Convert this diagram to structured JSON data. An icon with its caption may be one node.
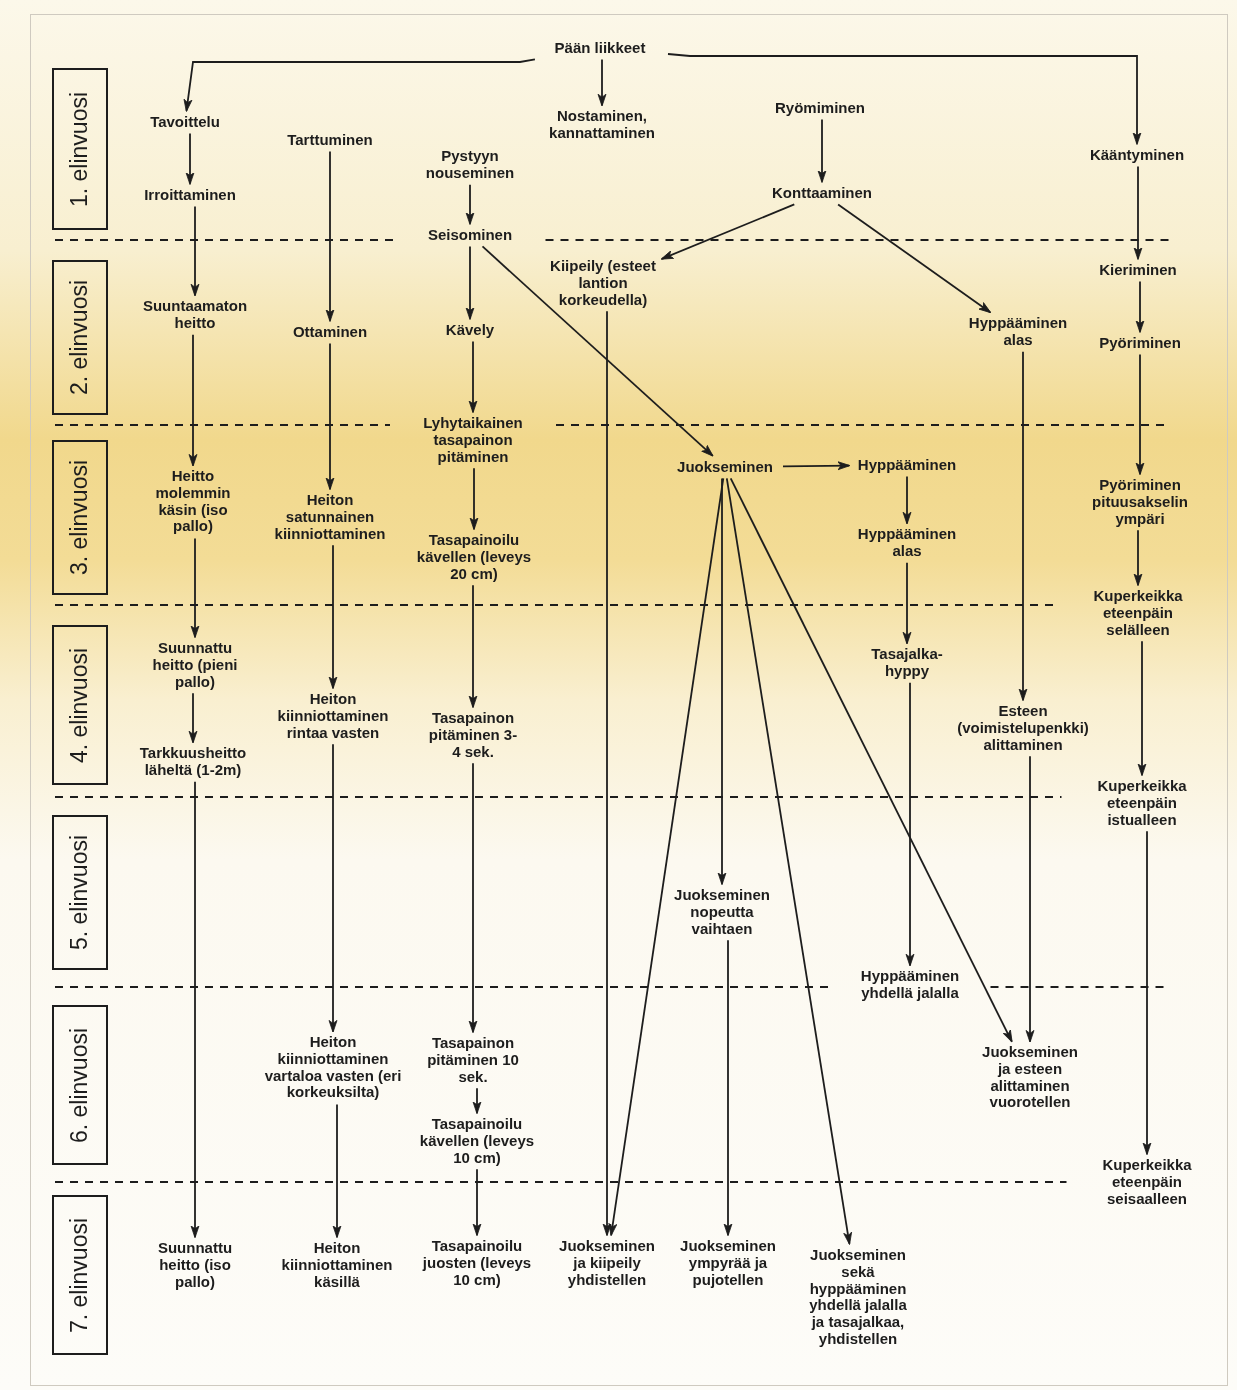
{
  "diagram": {
    "nodes": [
      {
        "text": [
          "1. elinvuosi"
        ]
      },
      {
        "text": [
          "2. elinvuosi"
        ]
      },
      {
        "text": [
          "3. elinvuosi"
        ]
      },
      {
        "text": [
          "4. elinvuosi"
        ]
      },
      {
        "text": [
          "5. elinvuosi"
        ]
      },
      {
        "text": [
          "6. elinvuosi"
        ]
      },
      {
        "text": [
          "7. elinvuosi"
        ]
      },
      {
        "text": [
          "Pään liikkeet"
        ]
      },
      {
        "text": [
          "Tavoittelu"
        ]
      },
      {
        "text": [
          "Irroittaminen"
        ]
      },
      {
        "text": [
          "Tarttuminen"
        ]
      },
      {
        "text": [
          "Nostaminen, kannattaminen"
        ]
      },
      {
        "text": [
          "Ryömiminen"
        ]
      },
      {
        "text": [
          "Kääntyminen"
        ]
      },
      {
        "text": [
          "Pystyyn nouseminen"
        ]
      },
      {
        "text": [
          "Konttaaminen"
        ]
      },
      {
        "text": [
          "Seisominen"
        ]
      },
      {
        "text": [
          "Kiipeily (esteet lantion korkeudella)"
        ]
      },
      {
        "text": [
          "Kieriminen"
        ]
      },
      {
        "text": [
          "Suuntaamaton heitto"
        ]
      },
      {
        "text": [
          "Ottaminen"
        ]
      },
      {
        "text": [
          "Kävely"
        ]
      },
      {
        "text": [
          "Hyppääminen alas"
        ]
      },
      {
        "text": [
          "Pyöriminen"
        ]
      },
      {
        "text": [
          "Lyhytaikainen tasapainon pitäminen"
        ]
      },
      {
        "text": [
          "Heitto molemmin käsin (iso pallo)"
        ]
      },
      {
        "text": [
          "Juokseminen"
        ]
      },
      {
        "text": [
          "Hyppääminen"
        ]
      },
      {
        "text": [
          "Pyöriminen pituusakselin ympäri"
        ]
      },
      {
        "text": [
          "Heiton satunnainen kiinniottaminen"
        ]
      },
      {
        "text": [
          "Tasapainoilu kävellen (leveys 20 cm)"
        ]
      },
      {
        "text": [
          "Hyppääminen alas"
        ]
      },
      {
        "text": [
          "Suunnattu heitto (pieni pallo)"
        ]
      },
      {
        "text": [
          "Kuperkeikka eteenpäin selälleen"
        ]
      },
      {
        "text": [
          "Tasajalka-hyppy"
        ]
      },
      {
        "text": [
          "Heiton kiinniottaminen rintaa vasten"
        ]
      },
      {
        "text": [
          "Tasapainon pitäminen 3-4 sek."
        ]
      },
      {
        "text": [
          "Esteen (voimistelupenkki) alittaminen"
        ]
      },
      {
        "text": [
          "Tarkkuusheitto läheltä (1-2m)"
        ]
      },
      {
        "text": [
          "Kuperkeikka eteenpäin istualleen"
        ]
      },
      {
        "text": [
          "Juokseminen nopeutta vaihtaen"
        ]
      },
      {
        "text": [
          "Hyppääminen yhdellä jalalla"
        ]
      },
      {
        "text": [
          "Heiton kiinniottaminen vartaloa vasten (eri korkeuksilta)"
        ]
      },
      {
        "text": [
          "Tasapainon pitäminen 10 sek."
        ]
      },
      {
        "text": [
          "Juokseminen ja esteen alittaminen vuorotellen"
        ]
      },
      {
        "text": [
          "Tasapainoilu kävellen (leveys 10 cm)"
        ]
      },
      {
        "text": [
          "Kuperkeikka eteenpäin seisaalleen"
        ]
      },
      {
        "text": [
          "Suunnattu heitto (iso pallo)"
        ]
      },
      {
        "text": [
          "Heiton kiinniottaminen käsillä"
        ]
      },
      {
        "text": [
          "Tasapainoilu juosten (leveys 10 cm)"
        ]
      },
      {
        "text": [
          "Juokseminen ja kiipeily yhdistellen"
        ]
      },
      {
        "text": [
          "Juokseminen ympyrää ja pujotellen"
        ]
      },
      {
        "text": [
          "Juokseminen sekä hyppääminen yhdellä jalalla ja tasajalkaa, yhdistellen"
        ]
      }
    ],
    "edges": [
      {
        "from": 7,
        "to": 8,
        "arrow": "to"
      },
      {
        "from": 7,
        "to": 11,
        "arrow": "to"
      },
      {
        "from": 7,
        "to": 13,
        "arrow": "to"
      },
      {
        "from": 8,
        "to": 9,
        "arrow": "to"
      },
      {
        "from": 9,
        "to": 19,
        "arrow": "to"
      },
      {
        "from": 10,
        "to": 20,
        "arrow": "to"
      },
      {
        "from": 12,
        "to": 15,
        "arrow": "to"
      },
      {
        "from": 13,
        "to": 18,
        "arrow": "to"
      },
      {
        "from": 14,
        "to": 16,
        "arrow": "to"
      },
      {
        "from": 15,
        "to": 17,
        "arrow": "to"
      },
      {
        "from": 15,
        "to": 22,
        "arrow": "to"
      },
      {
        "from": 16,
        "to": 21,
        "arrow": "to"
      },
      {
        "from": 16,
        "to": 26,
        "arrow": "to"
      },
      {
        "from": 17,
        "to": 50,
        "arrow": "to"
      },
      {
        "from": 18,
        "to": 23,
        "arrow": "to"
      },
      {
        "from": 19,
        "to": 25,
        "arrow": "to"
      },
      {
        "from": 20,
        "to": 29,
        "arrow": "to"
      },
      {
        "from": 21,
        "to": 24,
        "arrow": "to"
      },
      {
        "from": 22,
        "to": 37,
        "arrow": "to"
      },
      {
        "from": 23,
        "to": 28,
        "arrow": "to"
      },
      {
        "from": 24,
        "to": 30,
        "arrow": "to"
      },
      {
        "from": 25,
        "to": 32,
        "arrow": "to"
      },
      {
        "from": 26,
        "to": 27,
        "arrow": "to"
      },
      {
        "from": 26,
        "to": 40,
        "arrow": "to"
      },
      {
        "from": 26,
        "to": 50,
        "arrow": "to"
      },
      {
        "from": 26,
        "to": 52,
        "arrow": "to"
      },
      {
        "from": 26,
        "to": 44,
        "arrow": "to"
      },
      {
        "from": 27,
        "to": 31,
        "arrow": "to"
      },
      {
        "from": 28,
        "to": 33,
        "arrow": "to"
      },
      {
        "from": 29,
        "to": 35,
        "arrow": "to"
      },
      {
        "from": 30,
        "to": 36,
        "arrow": "to"
      },
      {
        "from": 31,
        "to": 34,
        "arrow": "to"
      },
      {
        "from": 32,
        "to": 38,
        "arrow": "to"
      },
      {
        "from": 33,
        "to": 39,
        "arrow": "to"
      },
      {
        "from": 34,
        "to": 41,
        "arrow": "to"
      },
      {
        "from": 35,
        "to": 42,
        "arrow": "to"
      },
      {
        "from": 36,
        "to": 43,
        "arrow": "to"
      },
      {
        "from": 37,
        "to": 44,
        "arrow": "to"
      },
      {
        "from": 38,
        "to": 47,
        "arrow": "to"
      },
      {
        "from": 39,
        "to": 46,
        "arrow": "to"
      },
      {
        "from": 40,
        "to": 51,
        "arrow": "to"
      },
      {
        "from": 42,
        "to": 48,
        "arrow": "to"
      },
      {
        "from": 43,
        "to": 45,
        "arrow": "to"
      },
      {
        "from": 45,
        "to": 49,
        "arrow": "to"
      }
    ]
  }
}
